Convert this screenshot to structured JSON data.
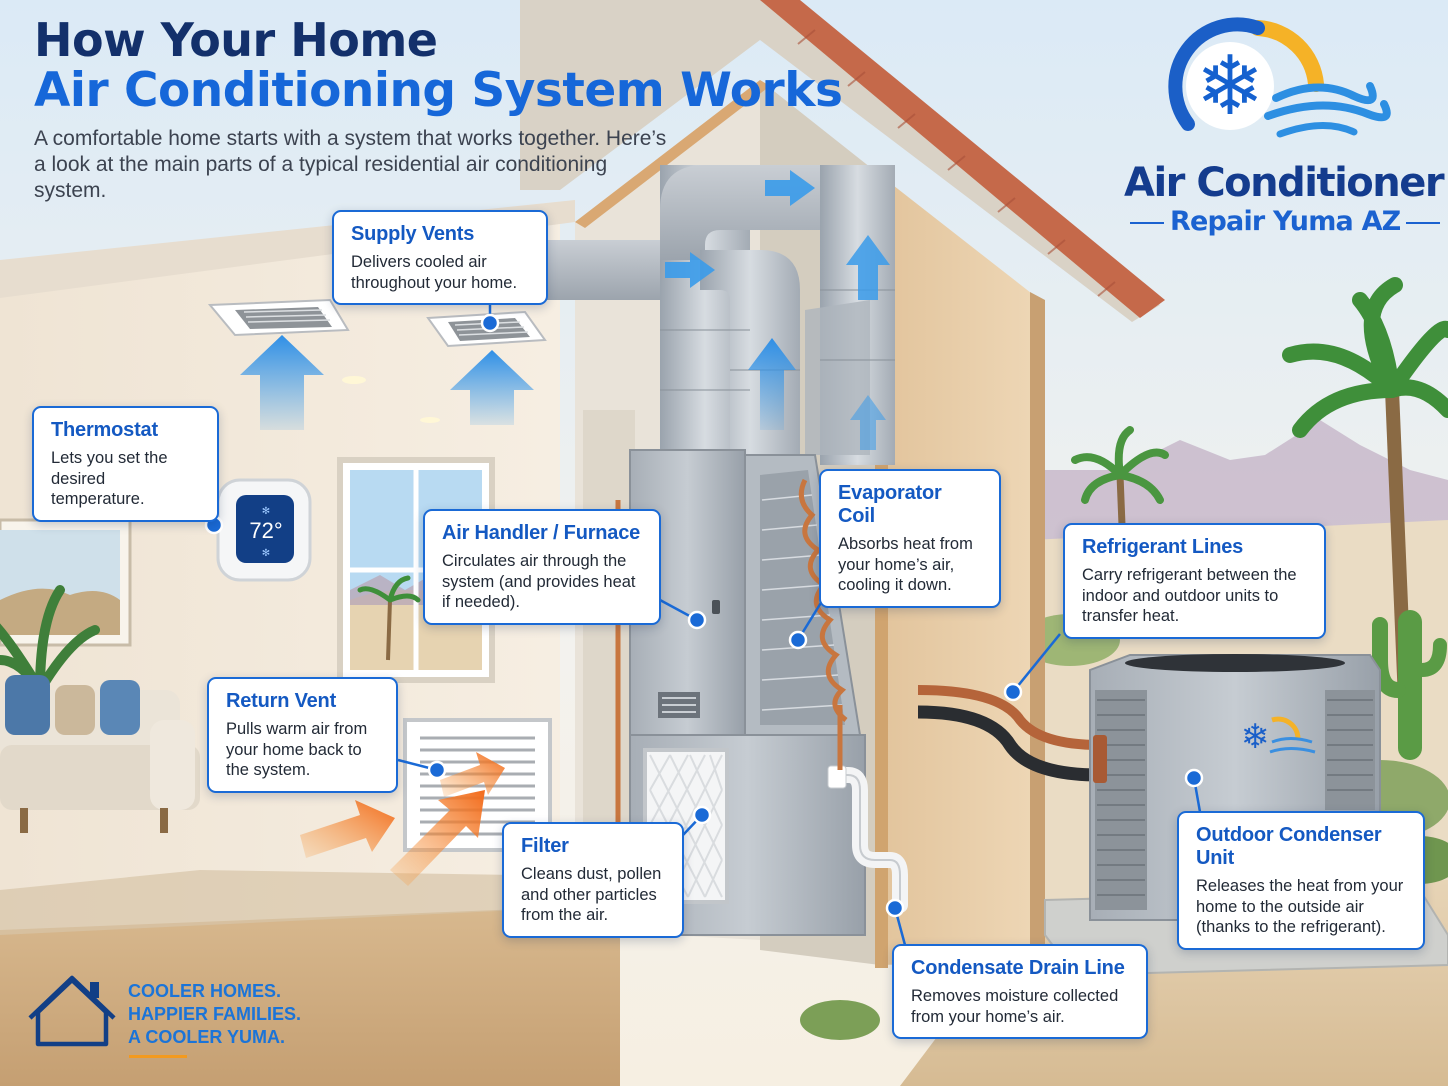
{
  "title": {
    "line1": "How Your Home",
    "line2": "Air Conditioning System Works"
  },
  "subtitle": "A comfortable home starts with a system that works together. Here’s a look at the main parts of a typical residential air conditioning system.",
  "thermostat_display": "72°",
  "logo": {
    "line1": "Air Conditioner",
    "line2": "Repair Yuma AZ"
  },
  "callouts": {
    "supply_vents": {
      "title": "Supply Vents",
      "desc": "Delivers cooled air throughout your home."
    },
    "thermostat": {
      "title": "Thermostat",
      "desc": "Lets you set the desired temperature."
    },
    "air_handler": {
      "title": "Air Handler / Furnace",
      "desc": "Circulates air through the system (and provides heat if needed)."
    },
    "evaporator_coil": {
      "title": "Evaporator Coil",
      "desc": "Absorbs heat from your home’s air, cooling it down."
    },
    "refrigerant_lines": {
      "title": "Refrigerant Lines",
      "desc": "Carry refrigerant between the indoor and outdoor units to transfer heat."
    },
    "return_vent": {
      "title": "Return Vent",
      "desc": "Pulls warm air from your home back to the system."
    },
    "filter": {
      "title": "Filter",
      "desc": "Cleans dust, pollen and other particles from the air."
    },
    "outdoor_condenser": {
      "title": "Outdoor Condenser Unit",
      "desc": "Releases the heat from your home to the outside air (thanks to the refrigerant)."
    },
    "condensate_drain": {
      "title": "Condensate Drain Line",
      "desc": "Removes moisture collected from your home’s air."
    }
  },
  "tagline": {
    "line1": "COOLER HOMES.",
    "line2": "HAPPIER FAMILIES.",
    "line3": "A COOLER YUMA."
  },
  "colors": {
    "title_dark": "#13306b",
    "title_blue": "#1667d9",
    "callout_border": "#1a6ad6",
    "callout_title": "#1459c2",
    "cool_air_arrow": "#3a9bea",
    "warm_air_arrow": "#f26a1b",
    "tagline_blue": "#1b74d8",
    "tagline_accent": "#f39a1e"
  },
  "icons": {
    "logo": "snowflake-sun-wave-icon",
    "tagline": "house-outline-icon",
    "unit_logo": "snowflake-icon"
  }
}
